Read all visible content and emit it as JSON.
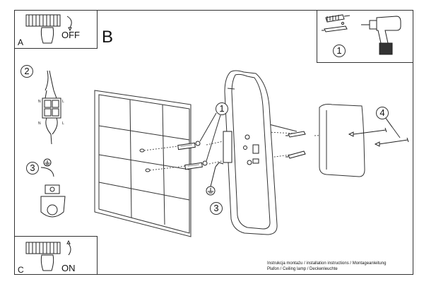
{
  "panels": {
    "a": {
      "letter": "A",
      "state": "OFF"
    },
    "b": {
      "letter": "B"
    },
    "c": {
      "letter": "C",
      "state": "ON"
    }
  },
  "callouts": {
    "tools": "1",
    "step_2": "2",
    "step_3_left": "3",
    "step_1_main": "1",
    "step_3_main": "3",
    "step_4": "4"
  },
  "terminal_marks": {
    "n_top": "N",
    "l_top": "L",
    "n_bottom": "N",
    "l_bottom": "L"
  },
  "footer": {
    "line1": "Instrukcja montażu / installation instructions / Montageanleitung",
    "line2": "Plafon / Ceiling lamp / Deckenleuchte"
  }
}
